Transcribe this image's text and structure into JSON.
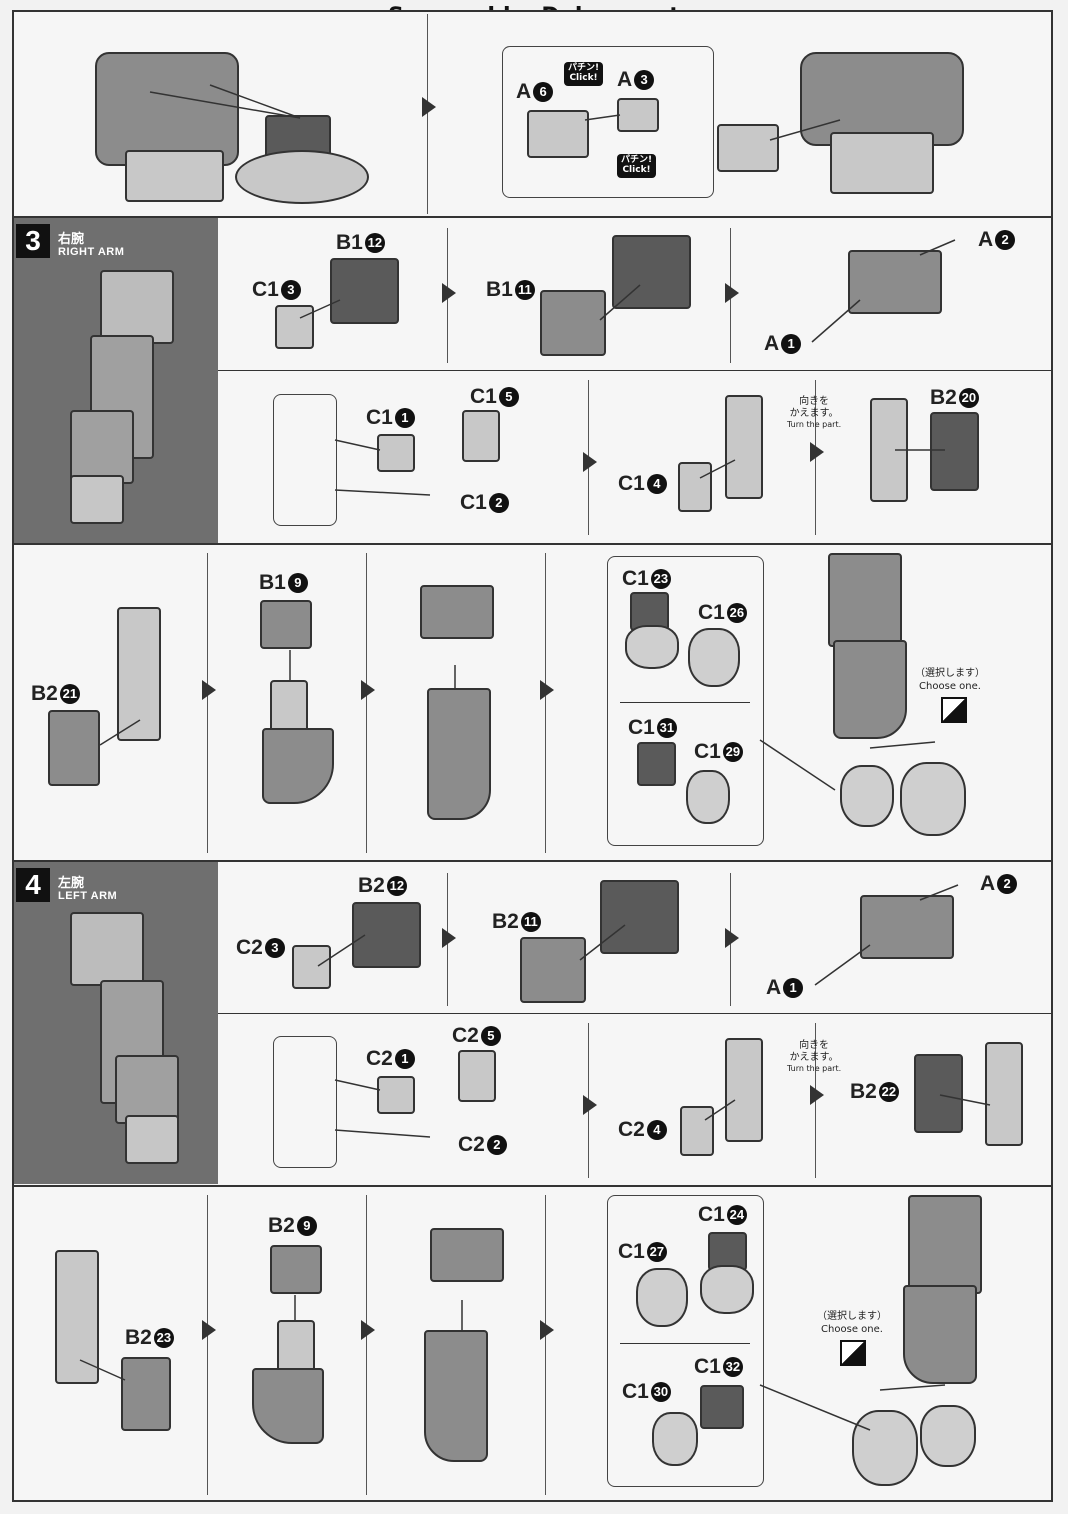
{
  "watermark": "Scanned by Dalong.net",
  "top": {
    "labels": {
      "a6": "A",
      "a6n": "6",
      "a3": "A",
      "a3n": "3"
    },
    "click1": [
      "パチン!",
      "Click!"
    ],
    "click2": [
      "パチン!",
      "Click!"
    ]
  },
  "step3": {
    "number": "3",
    "jp": "右腕",
    "en": "RIGHT ARM",
    "row1": {
      "b1_12": [
        "B1",
        "12"
      ],
      "c1_3": [
        "C1",
        "3"
      ],
      "b1_11": [
        "B1",
        "11"
      ],
      "a2": [
        "A",
        "2"
      ],
      "a1": [
        "A",
        "1"
      ]
    },
    "row2": {
      "c1_1": [
        "C1",
        "1"
      ],
      "c1_5": [
        "C1",
        "5"
      ],
      "c1_2": [
        "C1",
        "2"
      ],
      "c1_4": [
        "C1",
        "4"
      ],
      "b2_20": [
        "B2",
        "20"
      ],
      "turn_jp": [
        "向きを",
        "かえます。"
      ],
      "turn_en": "Turn the part."
    },
    "row3": {
      "b2_21": [
        "B2",
        "21"
      ],
      "b1_9": [
        "B1",
        "9"
      ],
      "c1_23": [
        "C1",
        "23"
      ],
      "c1_26": [
        "C1",
        "26"
      ],
      "c1_31": [
        "C1",
        "31"
      ],
      "c1_29": [
        "C1",
        "29"
      ],
      "choose_jp": "（選択します）",
      "choose_en": "Choose one."
    }
  },
  "step4": {
    "number": "4",
    "jp": "左腕",
    "en": "LEFT ARM",
    "row1": {
      "b2_12": [
        "B2",
        "12"
      ],
      "c2_3": [
        "C2",
        "3"
      ],
      "b2_11": [
        "B2",
        "11"
      ],
      "a2": [
        "A",
        "2"
      ],
      "a1": [
        "A",
        "1"
      ]
    },
    "row2": {
      "c2_1": [
        "C2",
        "1"
      ],
      "c2_5": [
        "C2",
        "5"
      ],
      "c2_2": [
        "C2",
        "2"
      ],
      "c2_4": [
        "C2",
        "4"
      ],
      "b2_22": [
        "B2",
        "22"
      ],
      "turn_jp": [
        "向きを",
        "かえます。"
      ],
      "turn_en": "Turn the part."
    },
    "row3": {
      "b2_23": [
        "B2",
        "23"
      ],
      "b2_9": [
        "B2",
        "9"
      ],
      "c1_24": [
        "C1",
        "24"
      ],
      "c1_27": [
        "C1",
        "27"
      ],
      "c1_30": [
        "C1",
        "30"
      ],
      "c1_32": [
        "C1",
        "32"
      ],
      "choose_jp": "（選択します）",
      "choose_en": "Choose one."
    }
  }
}
